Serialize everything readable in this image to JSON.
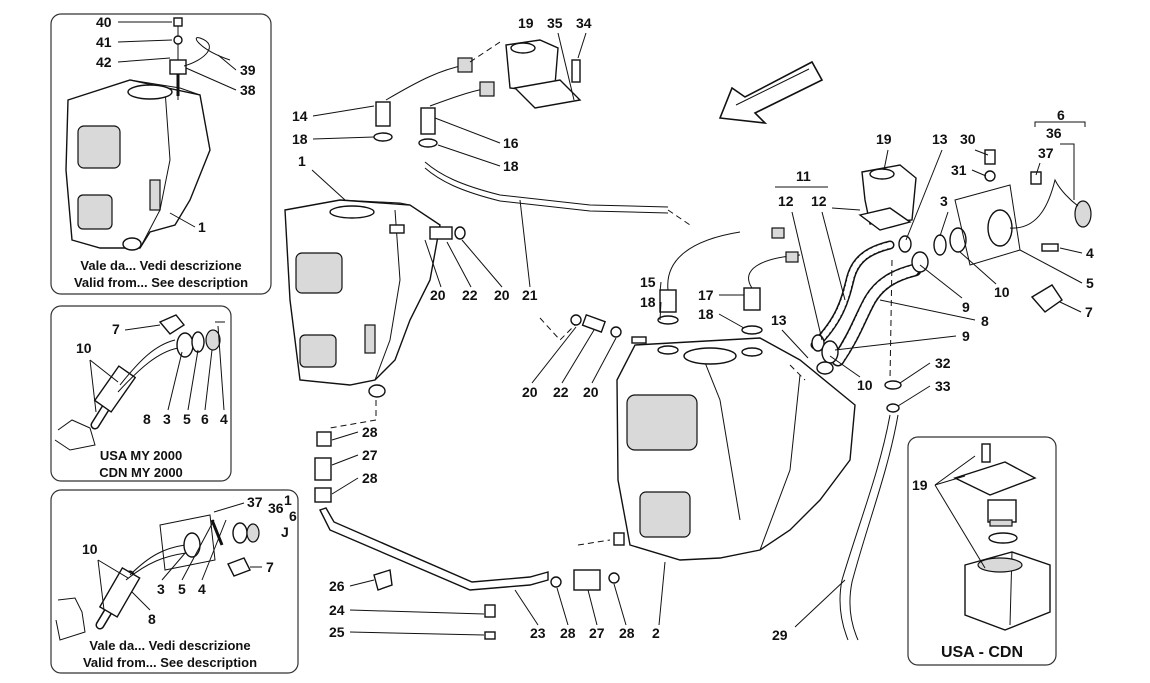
{
  "panels": {
    "top_left": {
      "caption_it": "Vale da... Vedi descrizione",
      "caption_en": "Valid from... See description"
    },
    "mid_left": {
      "caption_1": "USA MY 2000",
      "caption_2": "CDN MY 2000"
    },
    "bottom_left": {
      "caption_it": "Vale da... Vedi descrizione",
      "caption_en": "Valid from... See description"
    },
    "bottom_right": {
      "caption": "USA - CDN"
    }
  },
  "callouts": {
    "tl": [
      "40",
      "41",
      "42",
      "39",
      "38",
      "1"
    ],
    "ml": [
      "7",
      "10",
      "8",
      "3",
      "5",
      "6",
      "4"
    ],
    "bl": [
      "37",
      "36",
      "1",
      "6",
      "J",
      "10",
      "3",
      "5",
      "4",
      "7",
      "8"
    ],
    "main_left": [
      "14",
      "18",
      "1",
      "16",
      "18",
      "19",
      "35",
      "34",
      "20",
      "22",
      "20",
      "21",
      "28",
      "27",
      "28",
      "26",
      "24",
      "25",
      "23",
      "28",
      "27",
      "28",
      "2"
    ],
    "main_center": [
      "15",
      "18",
      "17",
      "18",
      "20",
      "22",
      "20",
      "13",
      "11",
      "12",
      "12",
      "19",
      "13",
      "30",
      "31",
      "3",
      "6",
      "36",
      "37",
      "4",
      "5",
      "7",
      "10",
      "9",
      "8",
      "9",
      "10",
      "32",
      "33",
      "29"
    ],
    "br": [
      "19"
    ]
  },
  "icons": [
    "direction-arrow-icon"
  ]
}
